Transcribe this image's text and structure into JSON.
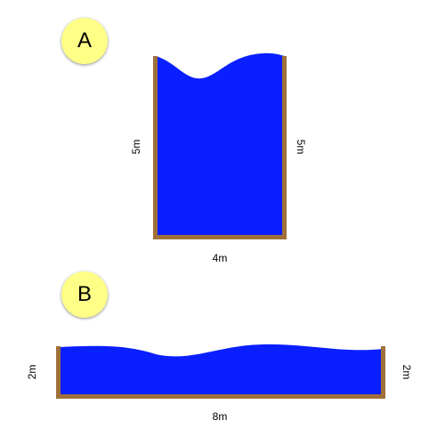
{
  "colors": {
    "water": "#0a1fff",
    "tank_wall": "#a0703a",
    "badge_fill": "#ffff88"
  },
  "tank_a": {
    "badge": "A",
    "left_height_label": "5m",
    "right_height_label": "5m",
    "width_label": "4m"
  },
  "tank_b": {
    "badge": "B",
    "left_height_label": "2m",
    "right_height_label": "2m",
    "width_label": "8m"
  }
}
